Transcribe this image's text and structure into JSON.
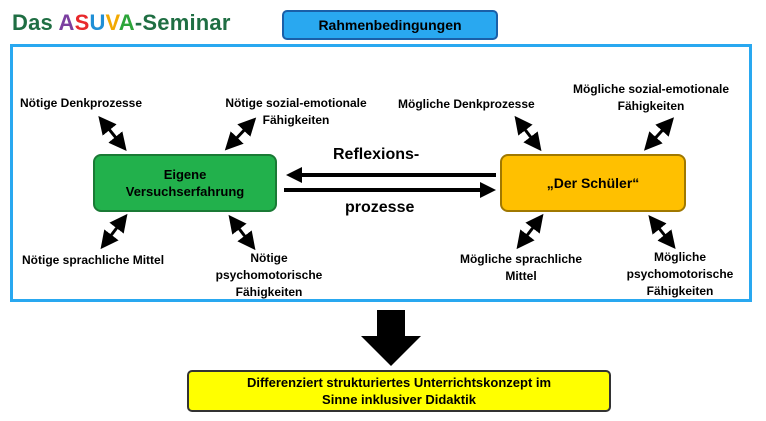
{
  "title": {
    "parts": [
      {
        "text": "Das ",
        "color": "#1f6e43"
      },
      {
        "text": "A",
        "color": "#7b3fa0"
      },
      {
        "text": "S",
        "color": "#e8282b"
      },
      {
        "text": "U",
        "color": "#1f8fd6"
      },
      {
        "text": "V",
        "color": "#f2a900"
      },
      {
        "text": "A",
        "color": "#2ca53a"
      },
      {
        "text": "-Seminar",
        "color": "#1f6e43"
      }
    ]
  },
  "header_tag": "Rahmenbedingungen",
  "left_node": {
    "line1": "Eigene",
    "line2": "Versuchserfahrung",
    "labels": {
      "top_left": "Nötige Denkprozesse",
      "top_right_1": "Nötige sozial-emotionale",
      "top_right_2": "Fähigkeiten",
      "bottom_left": "Nötige sprachliche Mittel",
      "bottom_right_1": "Nötige",
      "bottom_right_2": "psychomotorische",
      "bottom_right_3": "Fähigkeiten"
    }
  },
  "right_node": {
    "label": "„Der Schüler“",
    "labels": {
      "top_left": "Mögliche Denkprozesse",
      "top_right_1": "Mögliche sozial-emotionale",
      "top_right_2": "Fähigkeiten",
      "bottom_left_1": "Mögliche sprachliche",
      "bottom_left_2": "Mittel",
      "bottom_right_1": "Mögliche",
      "bottom_right_2": "psychomotorische",
      "bottom_right_3": "Fähigkeiten"
    }
  },
  "reflection": {
    "line1": "Reflexions-",
    "line2": "prozesse"
  },
  "result": {
    "line1": "Differenziert strukturiertes Unterrichtskonzept im",
    "line2": "Sinne inklusiver Didaktik"
  },
  "colors": {
    "frame": "#29a8f0",
    "tag": "#29a8f0",
    "left_node": "#22b14c",
    "right_node": "#ffc000",
    "result": "#ffff00"
  }
}
